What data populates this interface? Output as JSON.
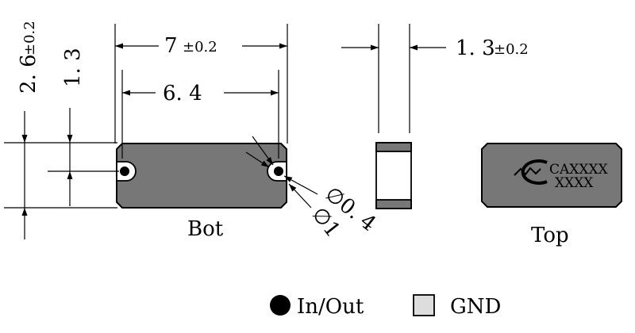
{
  "dimensions": {
    "length_value": "7",
    "length_tol": "±0.2",
    "pad_spacing": "6. 4",
    "thickness_value": "1. 3",
    "thickness_tol": "±0.2",
    "height_value": "2. 6",
    "height_tol": "±0.2",
    "pad_offset": "1. 3",
    "hole_diameter": "∅0. 4",
    "pad_diameter": "∅1"
  },
  "views": {
    "bottom_label": "Bot",
    "top_label": "Top"
  },
  "top_marking": {
    "line1": "CAXXXX",
    "line2": "XXXX"
  },
  "legend": {
    "inout_label": "In/Out",
    "gnd_label": "GND"
  },
  "colors": {
    "body_fill": "#777777",
    "outline": "#000000",
    "gnd_square_fill": "#dddddd"
  }
}
